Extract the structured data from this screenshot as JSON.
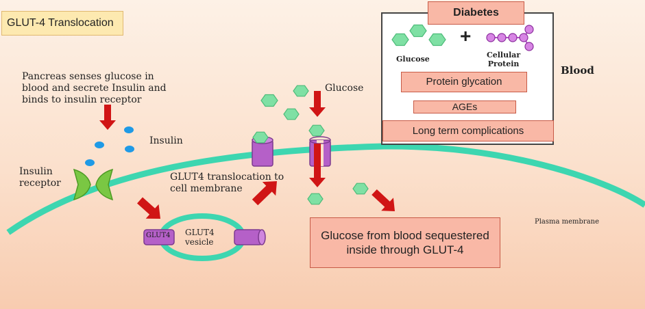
{
  "title": "GLUT-4 Translocation",
  "labels": {
    "pancreas_note": "Pancreas senses glucose in\nblood and secrete Insulin and\nbinds to insulin receptor",
    "insulin": "Insulin",
    "insulin_receptor": "Insulin\nreceptor",
    "glut4_translocation": "GLUT4 translocation to\ncell membrane",
    "glut4_vesicle": "GLUT4\nvesicle",
    "glut4_tag": "GLUT4",
    "glucose": "Glucose",
    "blood": "Blood",
    "plasma_membrane": "Plasma membrane"
  },
  "sequestered_box": "Glucose from blood sequestered\ninside through GLUT-4",
  "diabetes_panel": {
    "header": "Diabetes",
    "plus": "+",
    "glucose": "Glucose",
    "cellular_protein": "Cellular\nProtein",
    "steps": [
      "Protein glycation",
      "AGEs",
      "Long term complications"
    ]
  },
  "colors": {
    "membrane": "#3dd6b0",
    "glucose_fill": "#7fe0a4",
    "insulin": "#1f9ae6",
    "arrow": "#d01515",
    "glut4_channel": "#b560c8",
    "receptor": "#7ac743",
    "protein": "#b44cc8",
    "box_fill": "#f9b8a6"
  }
}
